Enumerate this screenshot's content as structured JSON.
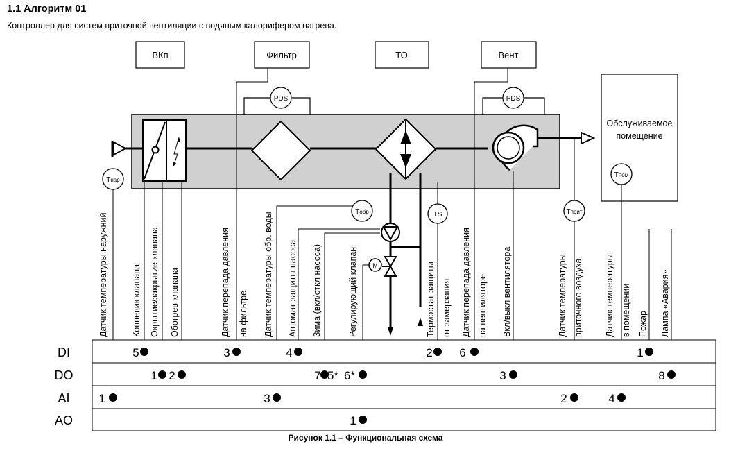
{
  "header": {
    "title": "1.1 Алгоритм 01",
    "subtitle": "Контроллер для систем приточной вентиляции с водяным калорифером нагрева."
  },
  "blocks": {
    "damper": "ВКп",
    "filter": "Фильтр",
    "heat_exchanger": "ТО",
    "fan": "Вент"
  },
  "room": "Обслуживаемое помещение",
  "sensors": {
    "pds": "PDS",
    "t_outdoor_base": "Т",
    "t_outdoor_sub": "нар",
    "t_return_base": "Т",
    "t_return_sub": "обр",
    "ts": "TS",
    "t_supply_base": "Т",
    "t_supply_sub": "прит",
    "t_room_base": "Т",
    "t_room_sub": "пом",
    "motor": "М"
  },
  "signals": [
    "Датчик температуры наружний",
    "Концевик клапана",
    "Окрытие/закрытие клапана",
    "Обогрев клапана",
    "Датчик перепада давления",
    "на фильтре",
    "Датчик температуры обр. воды",
    "Автомат защиты насоса",
    "Зима (вкл/откл насоса)",
    "Регулирующий клапан",
    "Термостат защиты",
    "от замерзания",
    "Датчик перепада давления",
    "на вентиляторе",
    "Вкл/выкл вентилятора",
    "Датчик температуры",
    "приточного воздуха",
    "Датчик температуры",
    "в помещении",
    "Пожар",
    "Лампа «Авария»"
  ],
  "io_rows": [
    "DI",
    "DO",
    "AI",
    "AO"
  ],
  "io_points": {
    "di": [
      "5",
      "3",
      "4",
      "2",
      "6",
      "1"
    ],
    "do": [
      "1",
      "2",
      "7",
      "5*",
      "6*",
      "3",
      "8"
    ],
    "ai": [
      "1",
      "3",
      "2",
      "4"
    ],
    "ao": [
      "1"
    ]
  },
  "caption": "Рисунок 1.1 – Функциональная схема"
}
